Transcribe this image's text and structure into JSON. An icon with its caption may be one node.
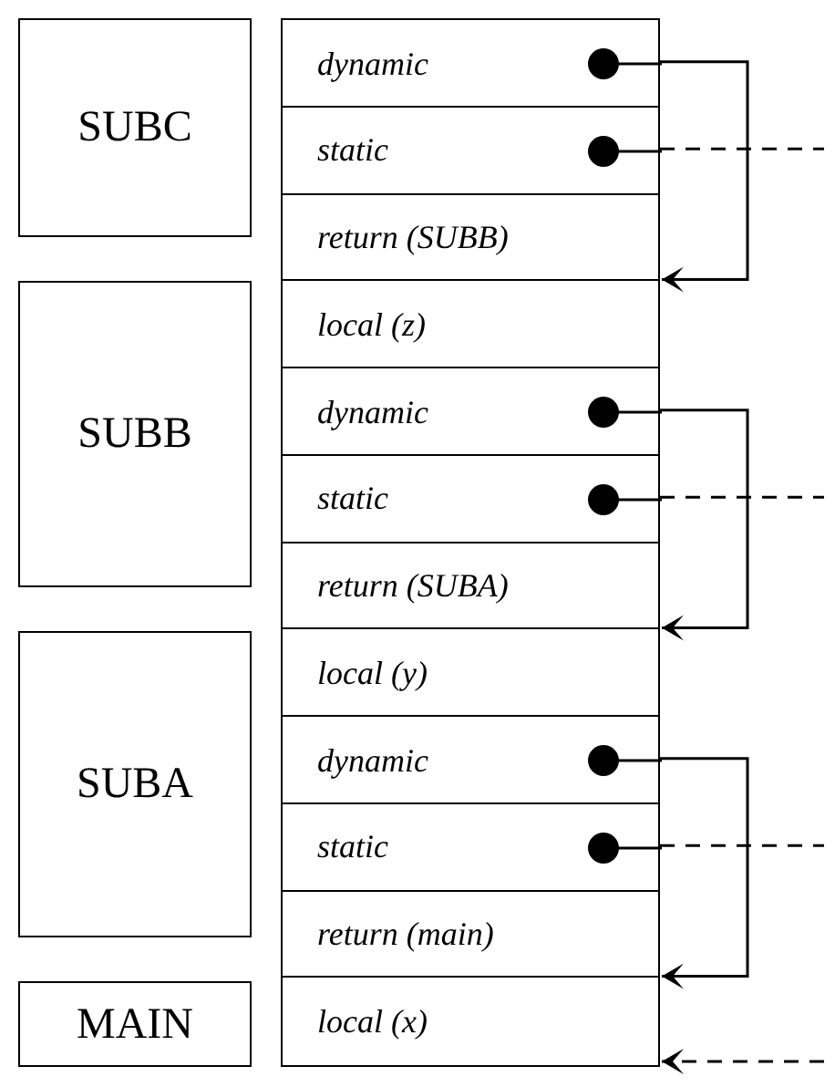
{
  "diagram": {
    "nodes": [
      {
        "text": [
          "SUBC"
        ]
      },
      {
        "text": [
          "SUBB"
        ]
      },
      {
        "text": [
          "SUBA"
        ]
      },
      {
        "text": [
          "MAIN"
        ]
      },
      {
        "text": [
          "dynamic"
        ]
      },
      {
        "text": [
          "static"
        ]
      },
      {
        "text": [
          "return (SUBB)"
        ]
      },
      {
        "text": [
          "local (z)"
        ]
      },
      {
        "text": [
          "dynamic"
        ]
      },
      {
        "text": [
          "static"
        ]
      },
      {
        "text": [
          "return (SUBA)"
        ]
      },
      {
        "text": [
          "local (y)"
        ]
      },
      {
        "text": [
          "dynamic"
        ]
      },
      {
        "text": [
          "static"
        ]
      },
      {
        "text": [
          "return (main)"
        ]
      },
      {
        "text": [
          "local (x)"
        ]
      }
    ],
    "edges": [
      {
        "from": 4,
        "to": 7,
        "arrow": "to"
      },
      {
        "from": 5,
        "to": null,
        "arrow": "none",
        "style": "dashed"
      },
      {
        "from": 8,
        "to": 11,
        "arrow": "to"
      },
      {
        "from": 9,
        "to": null,
        "arrow": "none",
        "style": "dashed"
      },
      {
        "from": 12,
        "to": 15,
        "arrow": "to"
      },
      {
        "from": 13,
        "to": null,
        "arrow": "none",
        "style": "dashed"
      },
      {
        "from": null,
        "to": 15,
        "arrow": "to",
        "style": "dashed"
      }
    ]
  }
}
